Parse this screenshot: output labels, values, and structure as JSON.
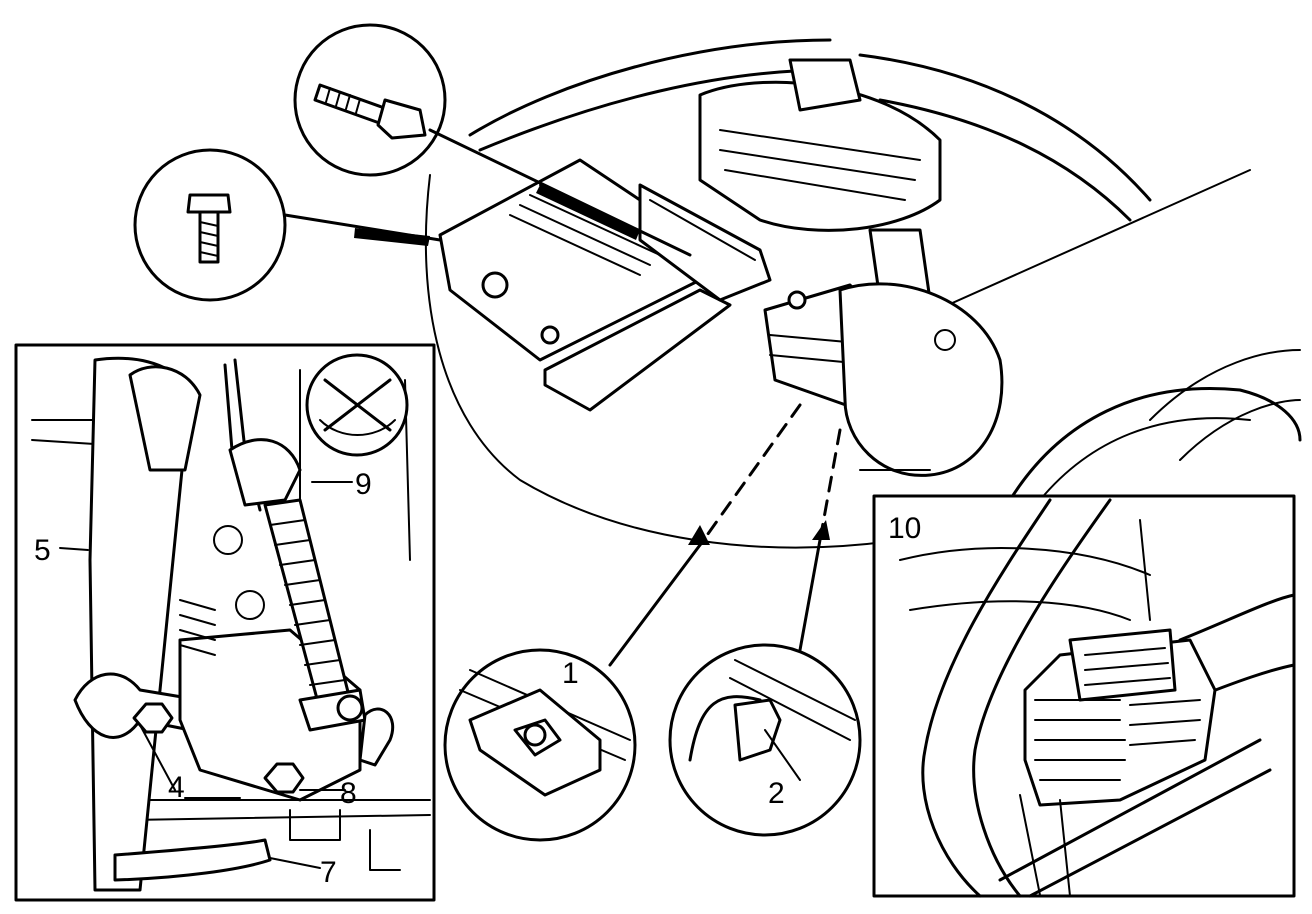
{
  "callouts": {
    "c1": "1",
    "c2": "2",
    "c4": "4",
    "c5": "5",
    "c7": "7",
    "c8": "8",
    "c9": "9",
    "c10": "10"
  }
}
